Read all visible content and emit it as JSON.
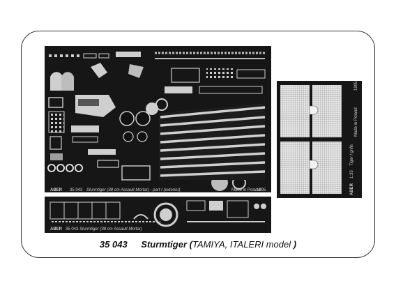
{
  "main_sheet": {
    "brand": "ABER",
    "code": "35 043",
    "text": "Sturmtiger (38 cm Assault Mortar) - part I (exterior)",
    "made_in": "Made in Poland",
    "year": "1995"
  },
  "small_sheet": {
    "brand": "ABER",
    "code": "35 043",
    "text": "Sturmtiger (38 cm Assault Mortar)"
  },
  "grill_sheet": {
    "brand": "ABER",
    "scale": "1:35",
    "text": "Tiger I grills",
    "made_in": "Made in Poland",
    "year": "1995"
  },
  "caption": {
    "number": "35 043",
    "title": "Sturmtiger",
    "open_paren": "(",
    "model": "TAMIYA, ITALERI model",
    "close_paren": ")"
  },
  "colors": {
    "metal": "#1a1a1a",
    "part": "#d6d6d6",
    "frame": "#333333"
  }
}
